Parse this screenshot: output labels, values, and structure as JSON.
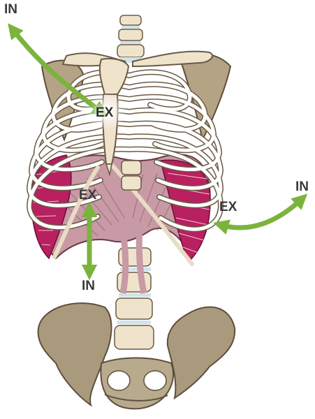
{
  "labels": {
    "top_left_in": "IN",
    "sternum_ex": "EX",
    "diaphragm_ex": "EX",
    "diaphragm_in": "IN",
    "ribs_ex": "EX",
    "ribs_in": "IN"
  },
  "colors": {
    "arrow": "#7bb33c",
    "bone": "#efe3cc",
    "bone_outline": "#6b5a45",
    "pelvis": "#a99a7e",
    "scapula": "#b4a385",
    "diaphragm_muscle": "#c79aa5",
    "intercostal_muscle": "#b8205f",
    "spine_disc": "#cfe3ea",
    "label_text": "#3a3a3a"
  }
}
